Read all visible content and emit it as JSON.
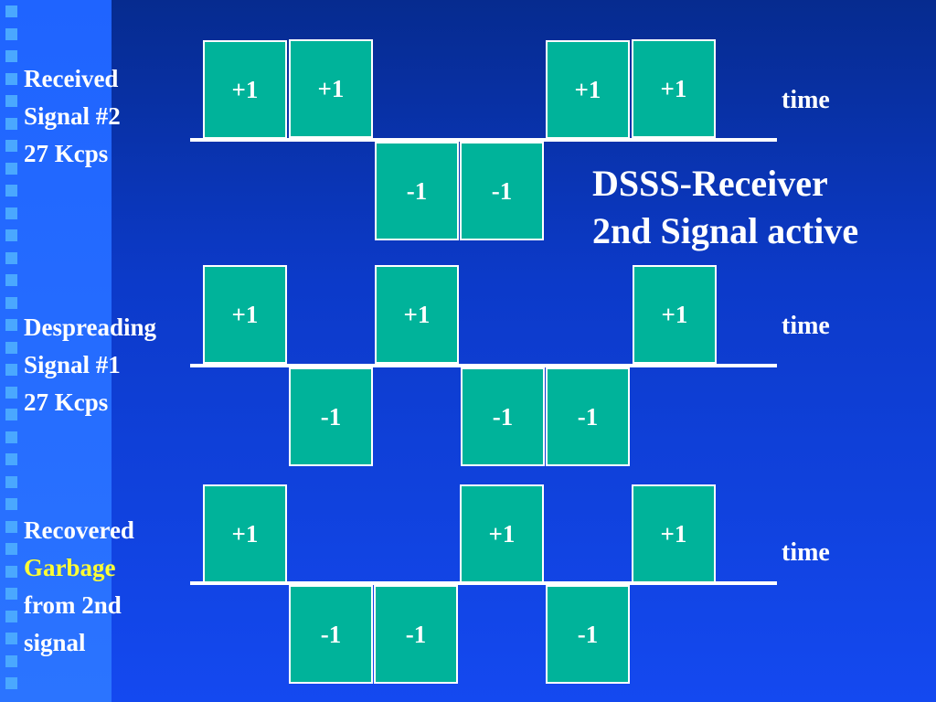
{
  "title": {
    "line1": "DSSS-Receiver",
    "line2": "2nd Signal active"
  },
  "rows": [
    {
      "label_lines": [
        "Received",
        "Signal #2",
        "27 Kcps"
      ],
      "time_label": "time",
      "chips": [
        "+1",
        "+1",
        "-1",
        "-1",
        "+1",
        "+1"
      ]
    },
    {
      "label_lines": [
        "Despreading",
        "Signal #1",
        "27 Kcps"
      ],
      "time_label": "time",
      "chips": [
        "+1",
        "-1",
        "+1",
        "-1",
        "-1",
        "+1"
      ]
    },
    {
      "label_lines": [
        "Recovered",
        "Garbage",
        "from 2nd",
        "signal"
      ],
      "time_label": "time",
      "chips": [
        "+1",
        "-1",
        "-1",
        "+1",
        "-1",
        "+1"
      ]
    }
  ],
  "colors": {
    "chip_fill": "#00b39a",
    "highlight_text": "#ffff33",
    "background": "#0c3ac9",
    "accent_squares": "#4aa8ff"
  }
}
